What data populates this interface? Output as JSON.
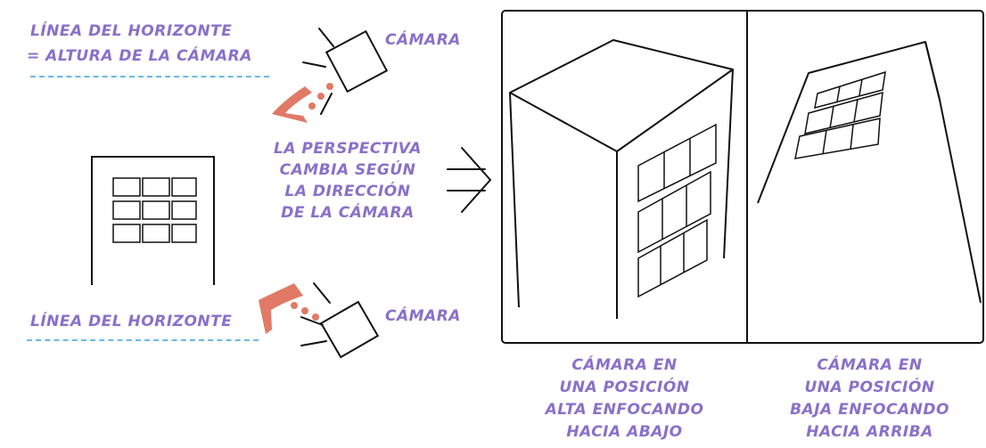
{
  "labels": {
    "top_horizon_line1": "LÍNEA DEL HORIZONTE",
    "top_horizon_line2": "= ALTURA DE LA CÁMARA",
    "top_camera": "CÁMARA",
    "bottom_horizon": "LÍNEA DEL HORIZONTE",
    "bottom_camera": "CÁMARA",
    "perspective_caption": [
      "LA PERSPECTIVA",
      "CAMBIA SEGÚN",
      "LA DIRECCIÓN",
      "DE LA CÁMARA"
    ],
    "high_caption": [
      "CÁMARA EN",
      "UNA POSICIÓN",
      "ALTA ENFOCANDO",
      "HACIA ABAJO"
    ],
    "low_caption": [
      "CÁMARA EN",
      "UNA POSICIÓN",
      "BAJA ENFOCANDO",
      "HACIA ARRIBA"
    ]
  },
  "colors": {
    "text": "#8a70c9",
    "horizon_dash": "#69b9e2",
    "direction_arrow": "#e07a66",
    "ink": "#111111"
  }
}
